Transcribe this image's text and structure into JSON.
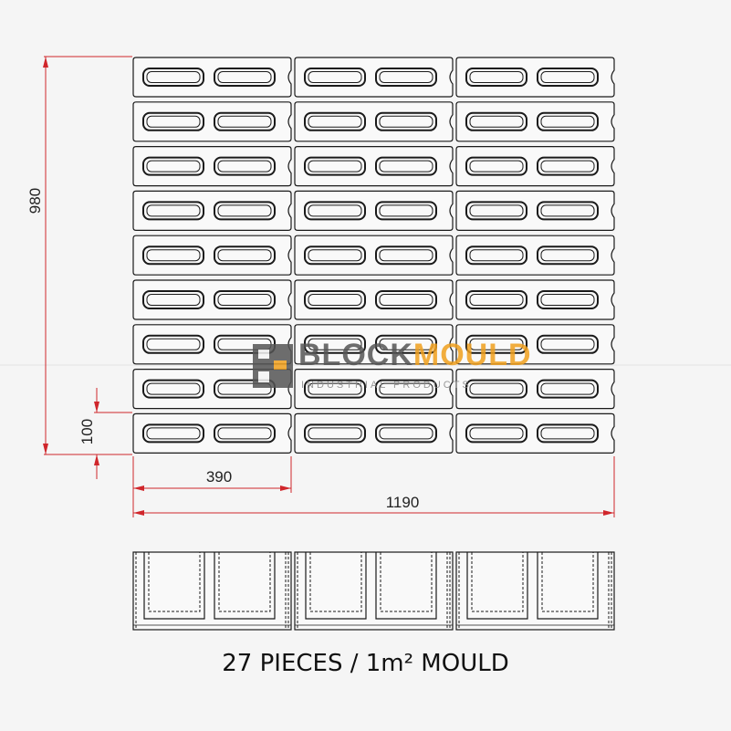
{
  "dimensions": {
    "height": "980",
    "block_height": "100",
    "block_length": "390",
    "total_width": "1190"
  },
  "layout": {
    "rows": 9,
    "columns": 3,
    "elevation_blocks": 3
  },
  "caption": {
    "text": "27 PIECES / 1m² MOULD"
  },
  "watermark": {
    "brand_part1": "BLOCK",
    "brand_part2": "MOULD",
    "subtitle": "INDUSTRIAL PRODUCTS",
    "logo_icon": "blockmould-logo-icon"
  },
  "colors": {
    "dimension": "#d0262b",
    "outline": "#1a1a1a",
    "watermark_dark": "#555555",
    "watermark_accent": "#f0a01e"
  }
}
